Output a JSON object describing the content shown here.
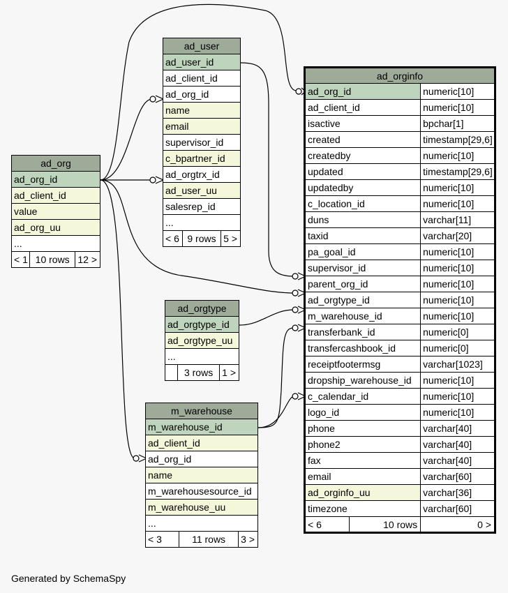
{
  "footer": "Generated by SchemaSpy",
  "tables": {
    "ad_user": {
      "name": "ad_user",
      "columns": [
        "ad_user_id",
        "ad_client_id",
        "ad_org_id",
        "name",
        "email",
        "supervisor_id",
        "c_bpartner_id",
        "ad_orgtrx_id",
        "ad_user_uu",
        "salesrep_id",
        "..."
      ],
      "footer": {
        "parents": "< 6",
        "rows": "9 rows",
        "children": "5 >"
      }
    },
    "ad_org": {
      "name": "ad_org",
      "columns": [
        "ad_org_id",
        "ad_client_id",
        "value",
        "ad_org_uu",
        "..."
      ],
      "footer": {
        "parents": "< 1",
        "rows": "10 rows",
        "children": "12 >"
      }
    },
    "ad_orgtype": {
      "name": "ad_orgtype",
      "columns": [
        "ad_orgtype_id",
        "ad_orgtype_uu",
        "..."
      ],
      "footer": {
        "parents": "",
        "rows": "3 rows",
        "children": "1 >"
      }
    },
    "m_warehouse": {
      "name": "m_warehouse",
      "columns": [
        "m_warehouse_id",
        "ad_client_id",
        "ad_org_id",
        "name",
        "m_warehousesource_id",
        "m_warehouse_uu",
        "..."
      ],
      "footer": {
        "parents": "< 3",
        "rows": "11 rows",
        "children": "3 >"
      }
    },
    "ad_orginfo": {
      "name": "ad_orginfo",
      "columns": [
        [
          "ad_org_id",
          "numeric[10]"
        ],
        [
          "ad_client_id",
          "numeric[10]"
        ],
        [
          "isactive",
          "bpchar[1]"
        ],
        [
          "created",
          "timestamp[29,6]"
        ],
        [
          "createdby",
          "numeric[10]"
        ],
        [
          "updated",
          "timestamp[29,6]"
        ],
        [
          "updatedby",
          "numeric[10]"
        ],
        [
          "c_location_id",
          "numeric[10]"
        ],
        [
          "duns",
          "varchar[11]"
        ],
        [
          "taxid",
          "varchar[20]"
        ],
        [
          "pa_goal_id",
          "numeric[10]"
        ],
        [
          "supervisor_id",
          "numeric[10]"
        ],
        [
          "parent_org_id",
          "numeric[10]"
        ],
        [
          "ad_orgtype_id",
          "numeric[10]"
        ],
        [
          "m_warehouse_id",
          "numeric[10]"
        ],
        [
          "transferbank_id",
          "numeric[0]"
        ],
        [
          "transfercashbook_id",
          "numeric[0]"
        ],
        [
          "receiptfootermsg",
          "varchar[1023]"
        ],
        [
          "dropship_warehouse_id",
          "numeric[10]"
        ],
        [
          "c_calendar_id",
          "numeric[10]"
        ],
        [
          "logo_id",
          "numeric[10]"
        ],
        [
          "phone",
          "varchar[40]"
        ],
        [
          "phone2",
          "varchar[40]"
        ],
        [
          "fax",
          "varchar[40]"
        ],
        [
          "email",
          "varchar[60]"
        ],
        [
          "ad_orginfo_uu",
          "varchar[36]"
        ],
        [
          "timezone",
          "varchar[60]"
        ]
      ],
      "footer": {
        "parents": "< 6",
        "rows": "10 rows",
        "children": "0 >"
      }
    }
  }
}
